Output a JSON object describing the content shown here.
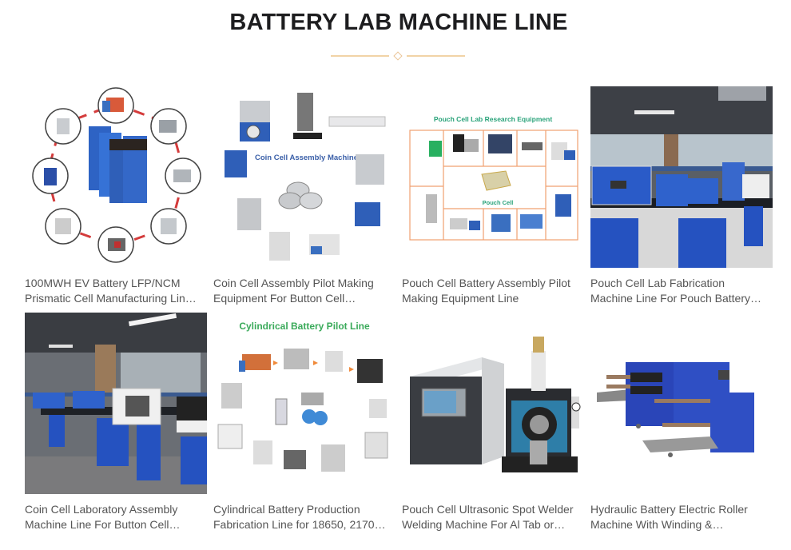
{
  "section": {
    "title": "BATTERY LAB MACHINE LINE",
    "divider_color": "#f1d3a6"
  },
  "products": [
    {
      "line1": "100MWH EV Battery LFP/NCM",
      "line2": "Prismatic Cell Manufacturing Lin…",
      "image": "prismatic-cell-line-image"
    },
    {
      "line1": "Coin Cell Assembly Pilot Making",
      "line2": "Equipment For Button Cell…",
      "image": "coin-cell-assembly-image",
      "image_text": "Coin Cell Assembly Machine"
    },
    {
      "line1": "Pouch Cell Battery Assembly Pilot",
      "line2": "Making Equipment Line",
      "image": "pouch-cell-research-image",
      "image_text": "Pouch Cell Lab Research Equipment",
      "image_center_text": "Pouch Cell"
    },
    {
      "line1": "Pouch Cell Lab Fabrication",
      "line2": "Machine Line For Pouch Battery…",
      "image": "pouch-cell-lab-photo"
    },
    {
      "line1": "Coin Cell Laboratory Assembly",
      "line2": "Machine Line For Button Cell…",
      "image": "coin-cell-lab-photo"
    },
    {
      "line1": "Cylindrical Battery Production",
      "line2": "Fabrication Line for 18650, 2170…",
      "image": "cylindrical-pilot-line-image",
      "image_text": "Cylindrical Battery Pilot Line"
    },
    {
      "line1": "Pouch Cell Ultrasonic Spot Welder",
      "line2": "Welding Machine For Al Tab or…",
      "image": "ultrasonic-welder-image"
    },
    {
      "line1": "Hydraulic Battery Electric Roller",
      "line2": "Machine With Winding &…",
      "image": "roller-press-machine-image"
    }
  ]
}
